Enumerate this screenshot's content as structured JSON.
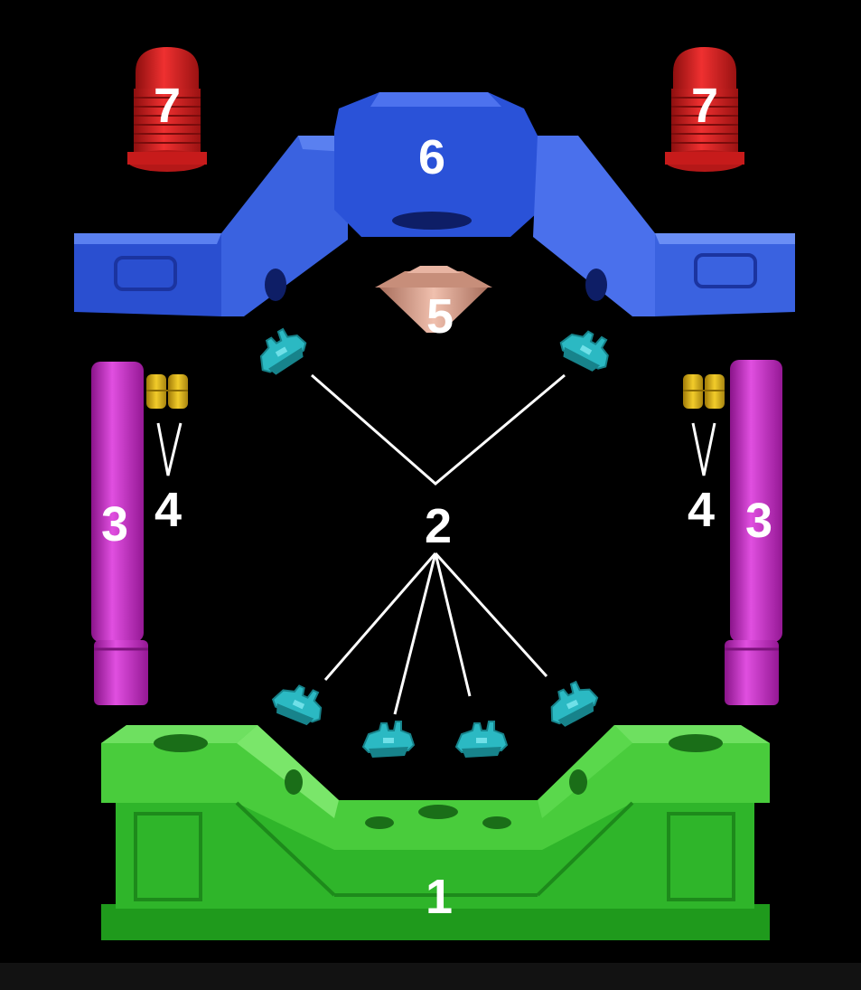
{
  "labels": {
    "base": "1",
    "clips": "2",
    "post": "3",
    "peg": "4",
    "cone": "5",
    "bridge": "6",
    "cap": "7"
  },
  "colors": {
    "background": "#000000",
    "base": "#2fb52a",
    "base_light": "#5fd64f",
    "base_dark": "#1d8a1b",
    "bridge": "#2a4fd0",
    "bridge_light": "#4f74ea",
    "bridge_dark": "#1b34a0",
    "cap": "#d81e1e",
    "cap_dark": "#8e0f0f",
    "post": "#c426c4",
    "post_dark": "#8a148a",
    "peg": "#d9b21a",
    "clip": "#2bb9c3",
    "clip_dark": "#17838b",
    "cone": "#d9a08c",
    "leader_line": "#ffffff",
    "label_text": "#ffffff"
  }
}
